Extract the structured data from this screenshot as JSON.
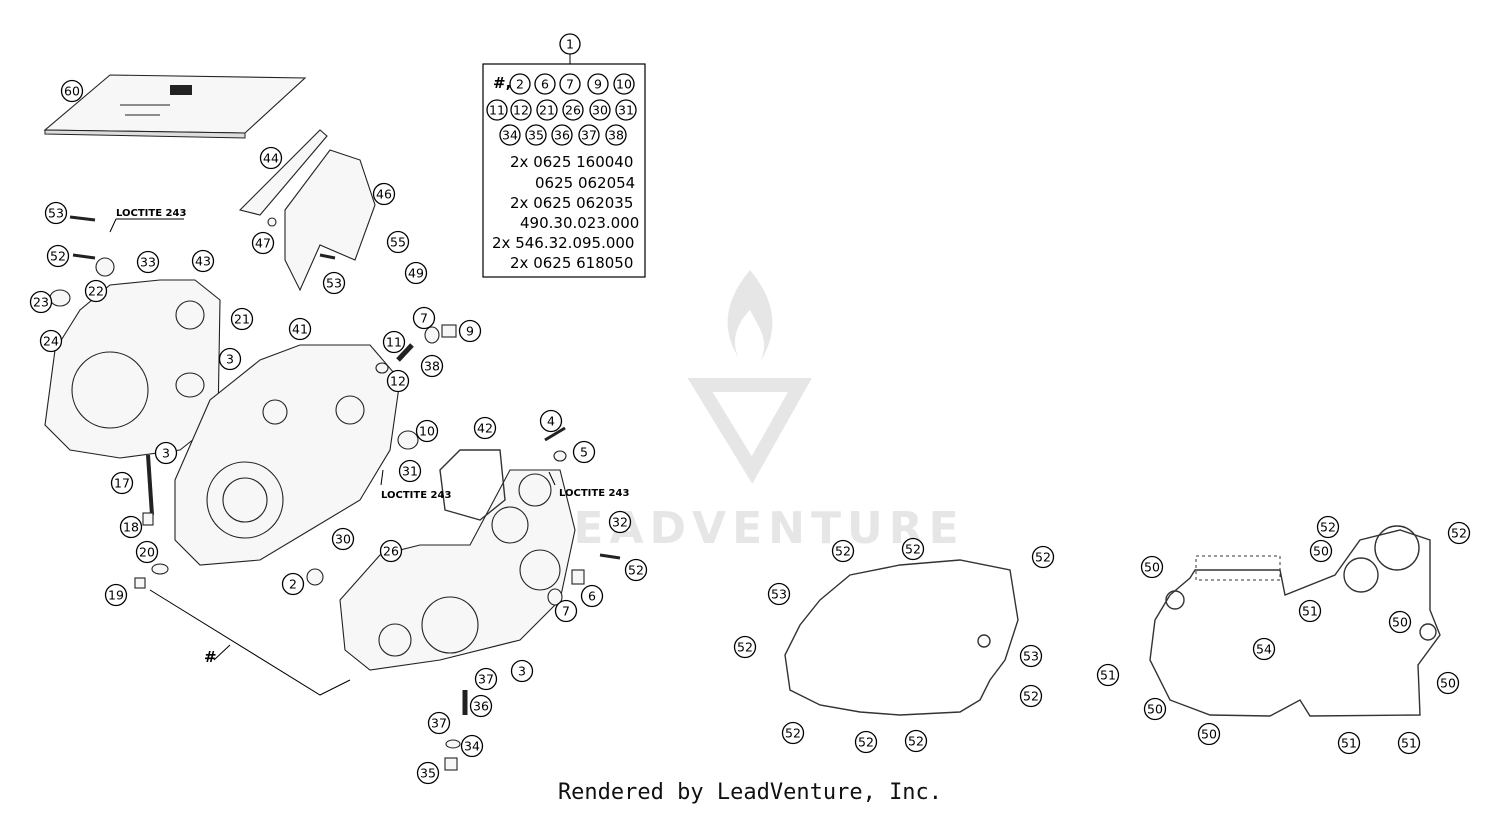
{
  "table": {
    "header_callout": "1",
    "hash_label": "#,",
    "row1_callouts": [
      "2",
      "6",
      "7",
      "9",
      "10"
    ],
    "row2_callouts": [
      "11",
      "12",
      "21",
      "26",
      "30",
      "31"
    ],
    "row3_callouts": [
      "34",
      "35",
      "36",
      "37",
      "38"
    ],
    "lines": [
      "2x  0625 160040",
      "0625 062054",
      "2x  0625 062035",
      "490.30.023.000",
      "2x  546.32.095.000",
      "2x  0625 618050"
    ]
  },
  "loctite_labels": [
    "LOCTITE 243",
    "LOCTITE 243",
    "LOCTITE 243"
  ],
  "hash_marker": "#",
  "watermark": "LEADVENTURE",
  "footer": "Rendered by LeadVenture, Inc.",
  "callouts": [
    "60",
    "44",
    "46",
    "53",
    "52",
    "22",
    "33",
    "43",
    "47",
    "55",
    "49",
    "53",
    "23",
    "24",
    "21",
    "3",
    "41",
    "7",
    "9",
    "11",
    "12",
    "38",
    "10",
    "42",
    "4",
    "5",
    "3",
    "17",
    "31",
    "18",
    "20",
    "19",
    "30",
    "26",
    "2",
    "32",
    "52",
    "6",
    "7",
    "3",
    "37",
    "36",
    "37",
    "34",
    "35",
    "52",
    "52",
    "52",
    "53",
    "52",
    "53",
    "52",
    "52",
    "52",
    "52",
    "52",
    "52",
    "50",
    "50",
    "51",
    "50",
    "54",
    "51",
    "50",
    "50",
    "50",
    "51",
    "51"
  ]
}
